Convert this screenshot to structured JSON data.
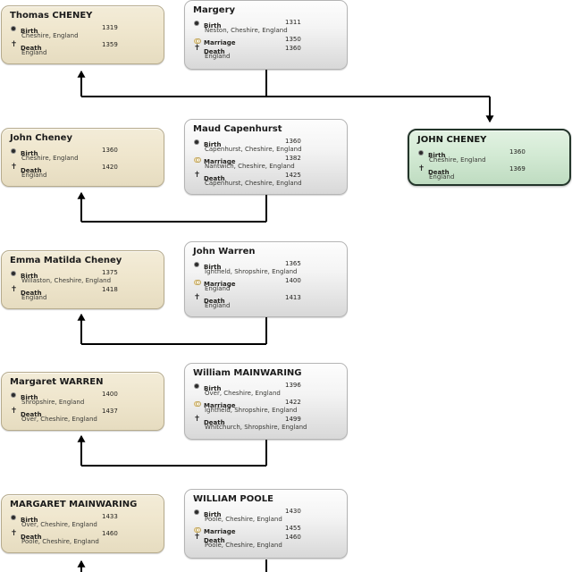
{
  "diagram": {
    "type": "family-tree-pedigree",
    "icons": {
      "birth": "birth-icon",
      "marriage": "marriage-rings-icon",
      "death": "death-cross-icon"
    },
    "labels": {
      "birth": "Birth",
      "marriage": "Marriage",
      "death": "Death"
    },
    "colors": {
      "direct_line_card": "#efe6cd",
      "spouse_card": "#f2f2f2",
      "selected_card": "#cfe6d0",
      "selected_border": "#23352a",
      "connector": "#000000"
    }
  },
  "cards": [
    {
      "id": "thomas-cheney",
      "name": "Thomas CHENEY",
      "style": "tan",
      "events": [
        {
          "type": "birth",
          "label": "Birth",
          "year": "1319",
          "place": "Cheshire, England"
        },
        {
          "type": "death",
          "label": "Death",
          "year": "1359",
          "place": "England"
        }
      ]
    },
    {
      "id": "margery",
      "name": "Margery",
      "style": "grey",
      "events": [
        {
          "type": "birth",
          "label": "Birth",
          "year": "1311",
          "place": "Neston, Cheshire, England"
        },
        {
          "type": "marriage",
          "label": "Marriage",
          "year": "1350",
          "place": ""
        },
        {
          "type": "death",
          "label": "Death",
          "year": "1360",
          "place": "England"
        }
      ]
    },
    {
      "id": "john-cheney-1360-selected",
      "name": "JOHN CHENEY",
      "style": "green",
      "events": [
        {
          "type": "birth",
          "label": "Birth",
          "year": "1360",
          "place": "Cheshire, England"
        },
        {
          "type": "death",
          "label": "Death",
          "year": "1369",
          "place": "England"
        }
      ]
    },
    {
      "id": "john-cheney",
      "name": "John Cheney",
      "style": "tan",
      "events": [
        {
          "type": "birth",
          "label": "Birth",
          "year": "1360",
          "place": "Cheshire, England"
        },
        {
          "type": "death",
          "label": "Death",
          "year": "1420",
          "place": "England"
        }
      ]
    },
    {
      "id": "maud-capenhurst",
      "name": "Maud Capenhurst",
      "style": "grey",
      "events": [
        {
          "type": "birth",
          "label": "Birth",
          "year": "1360",
          "place": "Capenhurst, Cheshire, England"
        },
        {
          "type": "marriage",
          "label": "Marriage",
          "year": "1382",
          "place": "Nantwich, Cheshire, England"
        },
        {
          "type": "death",
          "label": "Death",
          "year": "1425",
          "place": "Capenhurst, Cheshire, England"
        }
      ]
    },
    {
      "id": "emma-matilda-cheney",
      "name": "Emma Matilda Cheney",
      "style": "tan",
      "events": [
        {
          "type": "birth",
          "label": "Birth",
          "year": "1375",
          "place": "Willaston, Cheshire, England"
        },
        {
          "type": "death",
          "label": "Death",
          "year": "1418",
          "place": "England"
        }
      ]
    },
    {
      "id": "john-warren",
      "name": "John Warren",
      "style": "grey",
      "events": [
        {
          "type": "birth",
          "label": "Birth",
          "year": "1365",
          "place": "Ightfield, Shropshire, England"
        },
        {
          "type": "marriage",
          "label": "Marriage",
          "year": "1400",
          "place": "England"
        },
        {
          "type": "death",
          "label": "Death",
          "year": "1413",
          "place": "England"
        }
      ]
    },
    {
      "id": "margaret-warren",
      "name": "Margaret WARREN",
      "style": "tan",
      "events": [
        {
          "type": "birth",
          "label": "Birth",
          "year": "1400",
          "place": "Shropshire, England"
        },
        {
          "type": "death",
          "label": "Death",
          "year": "1437",
          "place": "Over, Cheshire, England"
        }
      ]
    },
    {
      "id": "william-mainwaring",
      "name": "William MAINWARING",
      "style": "grey",
      "events": [
        {
          "type": "birth",
          "label": "Birth",
          "year": "1396",
          "place": "Over, Cheshire, England"
        },
        {
          "type": "marriage",
          "label": "Marriage",
          "year": "1422",
          "place": "Ightfield, Shropshire, England"
        },
        {
          "type": "death",
          "label": "Death",
          "year": "1499",
          "place": "Whitchurch, Shropshire, England"
        }
      ]
    },
    {
      "id": "margaret-mainwaring",
      "name": "MARGARET MAINWARING",
      "style": "tan",
      "events": [
        {
          "type": "birth",
          "label": "Birth",
          "year": "1433",
          "place": "Over, Cheshire, England"
        },
        {
          "type": "death",
          "label": "Death",
          "year": "1460",
          "place": "Poole, Cheshire, England"
        }
      ]
    },
    {
      "id": "william-poole",
      "name": "WILLIAM POOLE",
      "style": "grey",
      "events": [
        {
          "type": "birth",
          "label": "Birth",
          "year": "1430",
          "place": "Poole, Cheshire, England"
        },
        {
          "type": "marriage",
          "label": "Marriage",
          "year": "1455",
          "place": ""
        },
        {
          "type": "death",
          "label": "Death",
          "year": "1460",
          "place": "Poole, Cheshire, England"
        }
      ]
    }
  ]
}
